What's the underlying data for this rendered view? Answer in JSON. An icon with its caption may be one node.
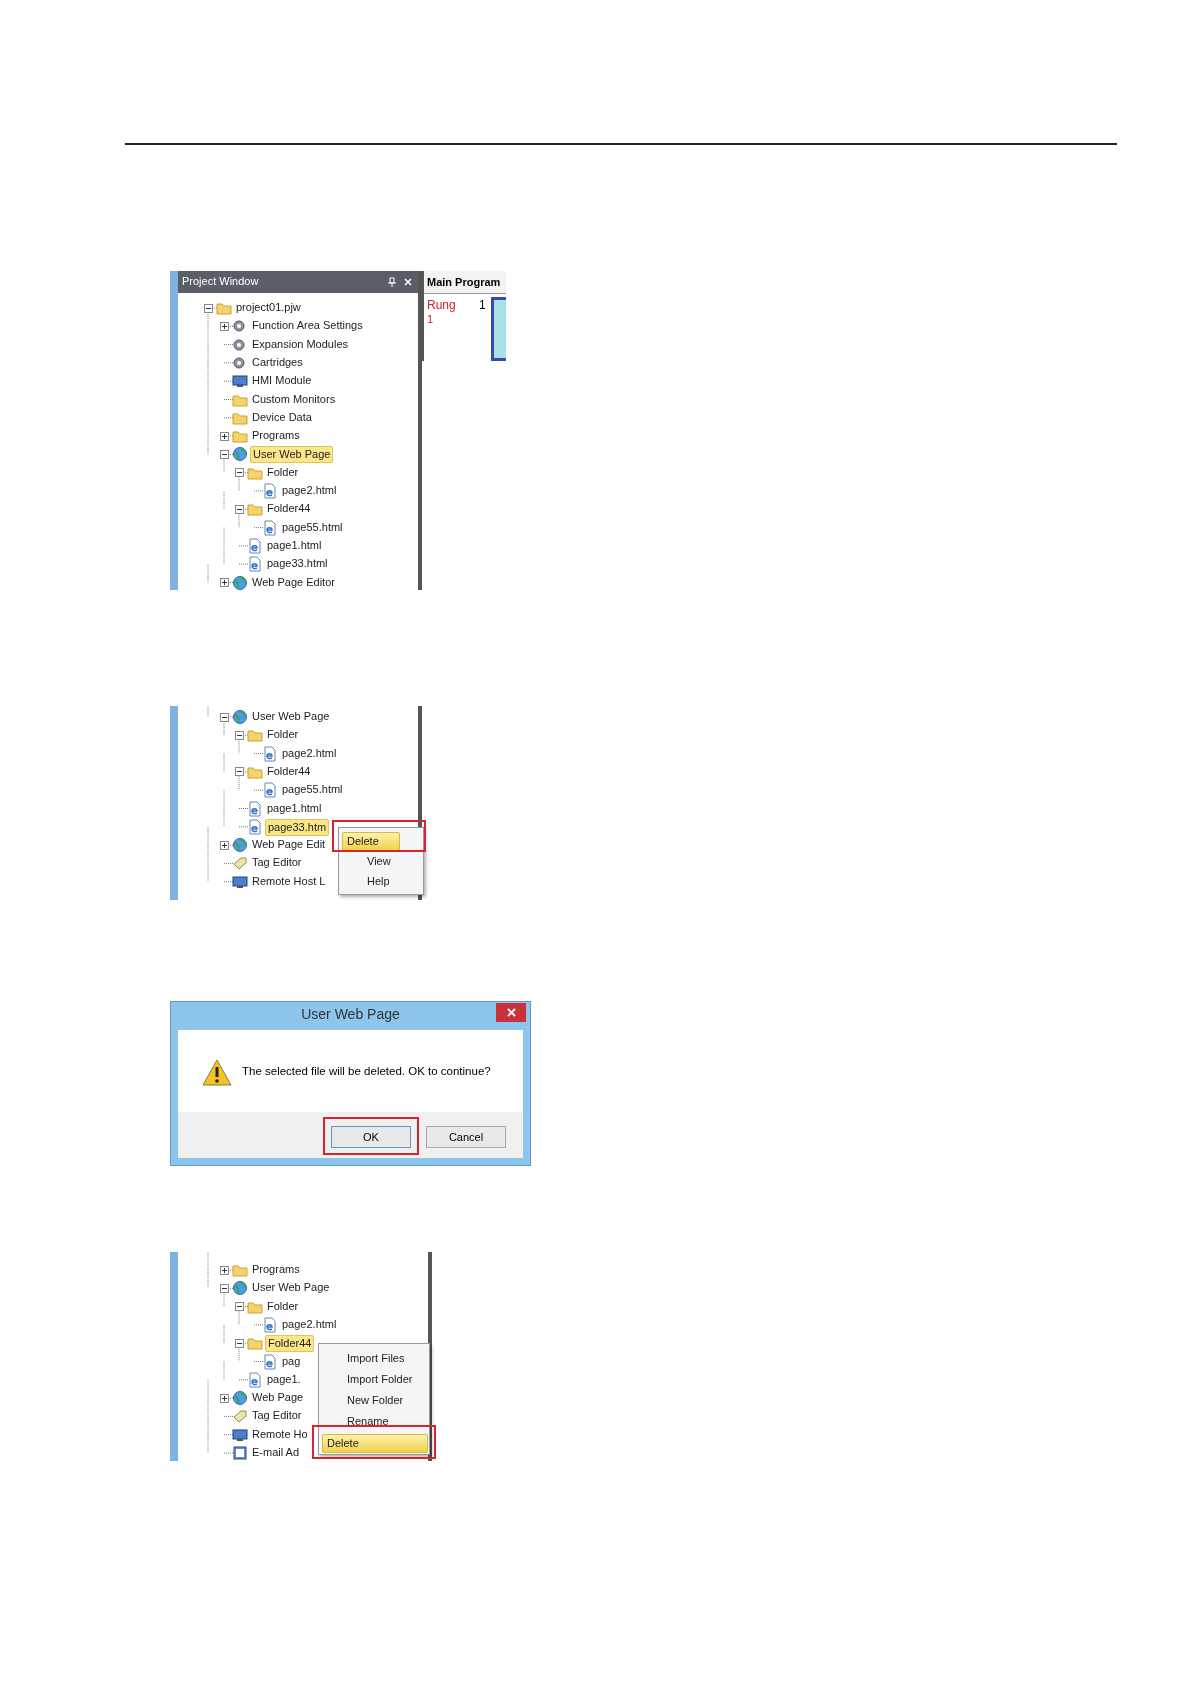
{
  "diagram": {
    "labels": [
      "Project Window",
      "Main Program",
      "Rung",
      "1",
      "1",
      "project01.pjw",
      "Function Area Settings",
      "Expansion Modules",
      "Cartridges",
      "HMI Module",
      "Custom Monitors",
      "Device Data",
      "Programs",
      "User Web Page",
      "Folder",
      "page2.html",
      "Folder44",
      "page55.html",
      "page1.html",
      "page33.html",
      "Web Page Editor",
      "User Web Page",
      "Folder",
      "page2.html",
      "Folder44",
      "page55.html",
      "page1.html",
      "page33.htm",
      "Web Page Edit",
      "Tag Editor",
      "Remote Host L",
      "Delete",
      "View",
      "Help",
      "User Web Page",
      "The selected file will be deleted. OK to continue?",
      "OK",
      "Cancel",
      "Programs",
      "User Web Page",
      "Folder",
      "page2.html",
      "Folder44",
      "pag",
      "page1.",
      "Web Page",
      "Tag Editor",
      "Remote Ho",
      "E-mail Ad",
      "Import Files",
      "Import Folder",
      "New Folder",
      "Rename",
      "Delete"
    ]
  }
}
